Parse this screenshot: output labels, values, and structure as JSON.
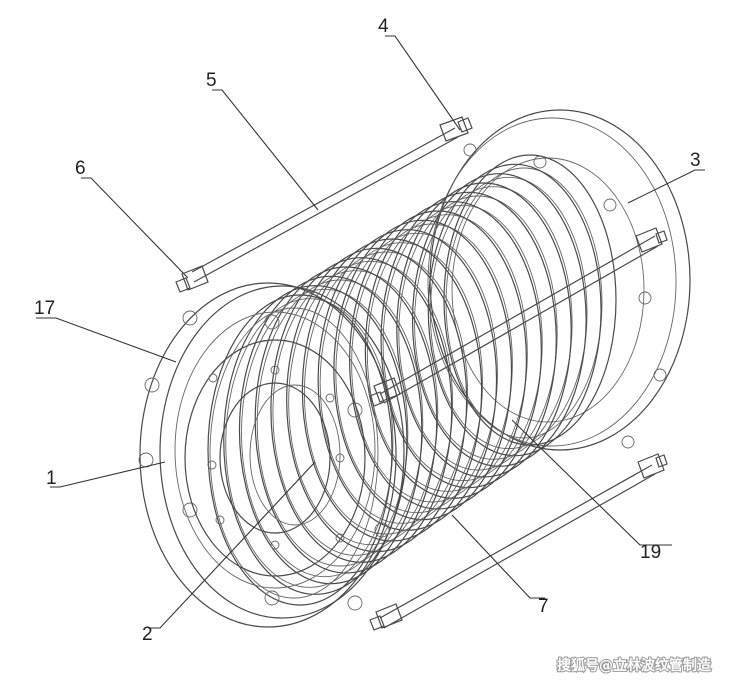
{
  "labels": {
    "l1": "1",
    "l2": "2",
    "l3": "3",
    "l4": "4",
    "l5": "5",
    "l6": "6",
    "l7": "7",
    "l17": "17",
    "l19": "19"
  },
  "watermark": "搜狐号@立林波纹管制造"
}
